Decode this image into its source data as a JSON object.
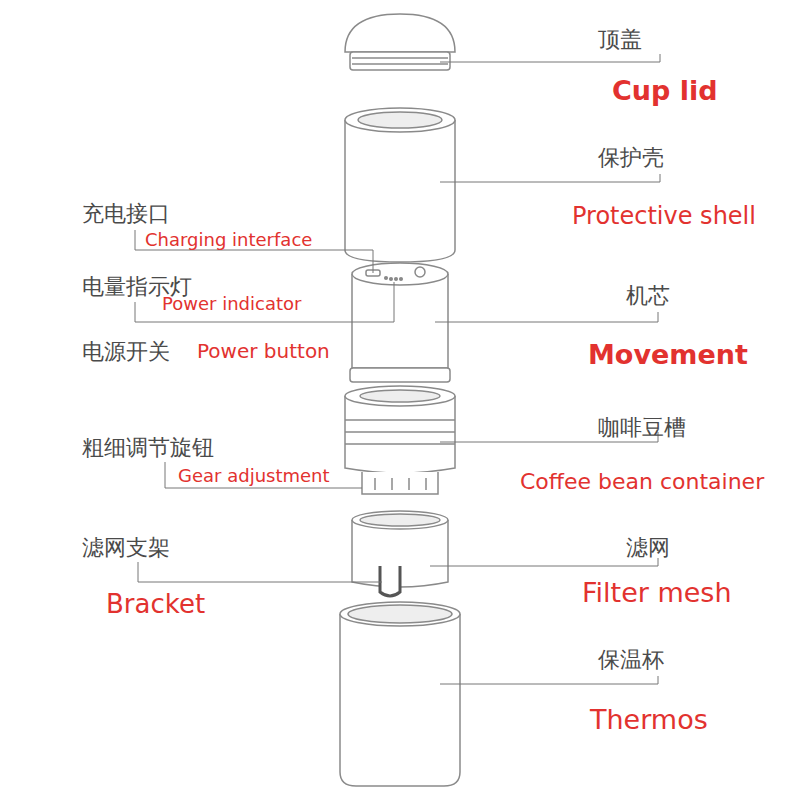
{
  "diagram": {
    "labels": [
      "顶盖",
      "Cup lid",
      "保护壳",
      "Protective shell",
      "充电接口",
      "Charging interface",
      "电量指示灯",
      "Power indicator",
      "机芯",
      "电源开关",
      "Power button",
      "Movement",
      "粗细调节旋钮",
      "咖啡豆槽",
      "Gear adjustment",
      "Coffee bean container",
      "滤网支架",
      "滤网",
      "Filter mesh",
      "Bracket",
      "保温杯",
      "Thermos"
    ]
  }
}
